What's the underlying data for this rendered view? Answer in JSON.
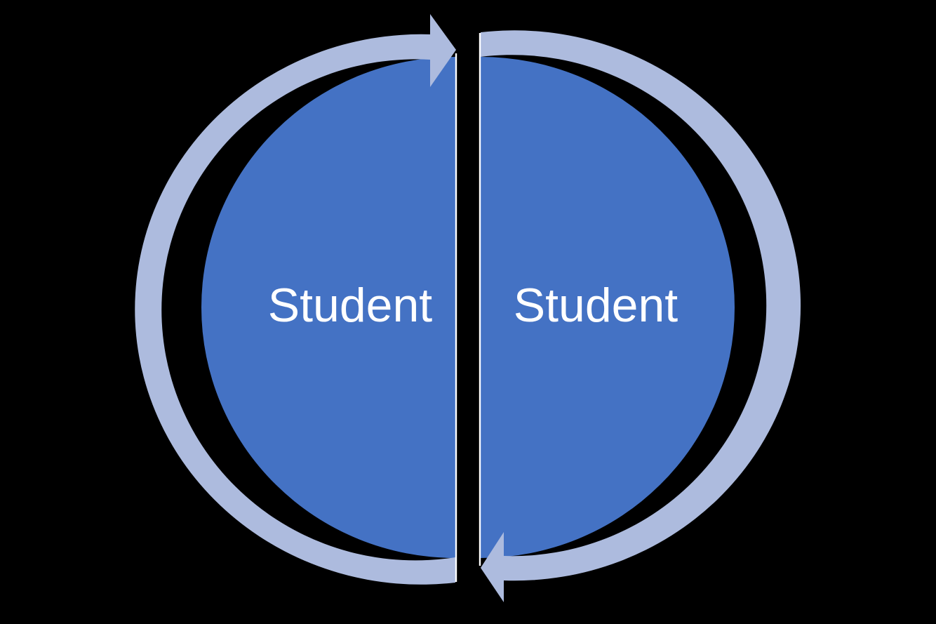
{
  "diagram": {
    "type": "cycle",
    "flow_direction": "clockwise",
    "background_color": "#000000",
    "segment_fill": "#4472C4",
    "arrow_fill": "#ADBBDE",
    "divider_color": "#FFFFFF",
    "label_color": "#FFFFFF",
    "segments": [
      {
        "label": "Student",
        "position": "left"
      },
      {
        "label": "Student",
        "position": "right"
      }
    ]
  }
}
